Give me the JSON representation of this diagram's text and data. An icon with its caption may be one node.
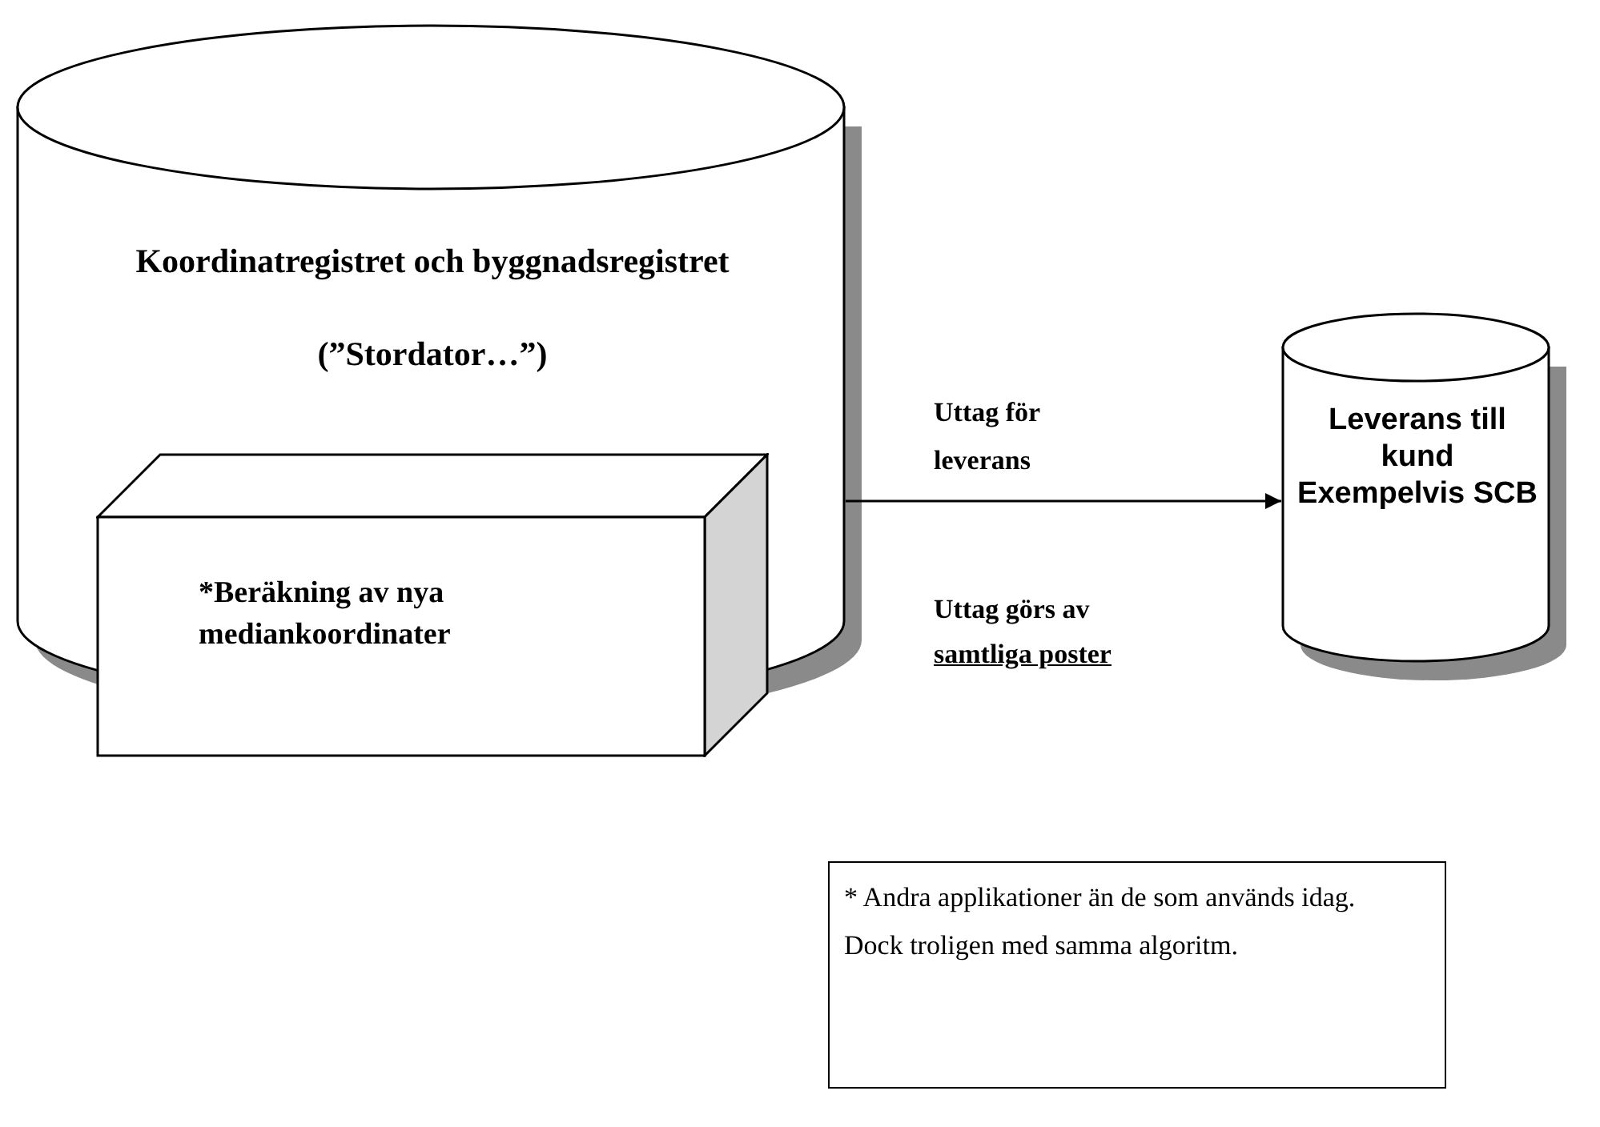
{
  "diagram": {
    "nodes": [
      {
        "text": [
          "Koordinatregistret och byggnadsregistret",
          "(”Stordator…”)"
        ]
      },
      {
        "text": [
          "*Beräkning av nya mediankoordinater"
        ],
        "in": 0
      },
      {
        "text": [
          "Leverans till kund Exempelvis SCB"
        ]
      },
      {
        "text": [
          "* Andra applikationer än de som används idag.",
          "Dock troligen med samma algoritm."
        ]
      }
    ],
    "edges": [
      {
        "from": 0,
        "to": 2,
        "arrow": "to",
        "label": "Uttag för leverans"
      }
    ],
    "labels": [
      "Uttag görs av",
      "samtliga poster"
    ]
  }
}
